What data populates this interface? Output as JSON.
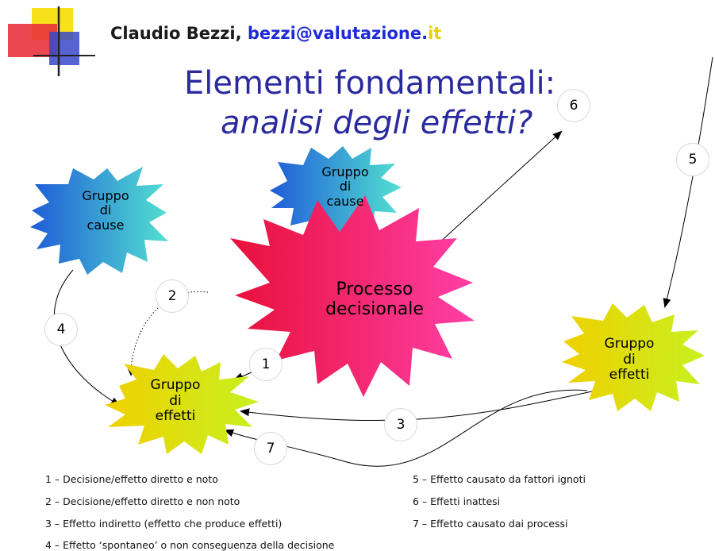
{
  "header": {
    "author": "Claudio Bezzi,",
    "email_user": "bezzi",
    "email_at": "@valutazione.",
    "email_tld": "it"
  },
  "title": {
    "line1": "Elementi fondamentali:",
    "line2": "analisi degli effetti?"
  },
  "nodes": {
    "cause_left": [
      "Gruppo",
      "di",
      "cause"
    ],
    "cause_top": [
      "Gruppo",
      "di",
      "cause"
    ],
    "process": [
      "Processo",
      "decisionale"
    ],
    "effects_left": [
      "Gruppo",
      "di",
      "effetti"
    ],
    "effects_right": [
      "Gruppo",
      "di",
      "effetti"
    ]
  },
  "markers": [
    "1",
    "2",
    "3",
    "4",
    "5",
    "6",
    "7"
  ],
  "legend": [
    "1 – Decisione/effetto diretto e noto",
    "2 – Decisione/effetto diretto e non noto",
    "3 – Effetto indiretto (effetto che produce effetti)",
    "4 – Effetto ‘spontaneo’ o non conseguenza della decisione",
    "5 – Effetto causato da fattori ignoti",
    "6 – Effetti inattesi",
    "7 – Effetto causato dai processi"
  ],
  "colors": {
    "title": "#2a2aa0",
    "cause_fill_from": "#1f5bd8",
    "cause_fill_to": "#52e0d0",
    "process_fill_from": "#e8103a",
    "process_fill_to": "#ff3fa6",
    "effect_fill_from": "#f0d000",
    "effect_fill_to": "#c8f020"
  }
}
